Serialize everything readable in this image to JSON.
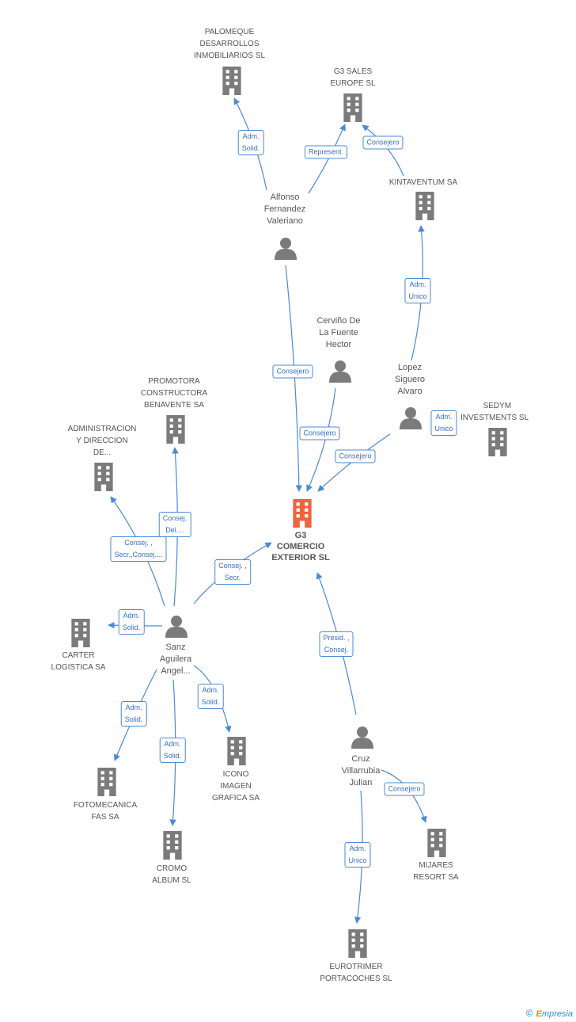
{
  "colors": {
    "edge": "#4a8ad6",
    "node": "#7b7b7b",
    "main": "#f0643c",
    "brand": "#2e8fd0"
  },
  "nodes": {
    "g3comercio": {
      "lines": [
        "G3",
        "COMERCIO",
        "EXTERIOR SL"
      ],
      "type": "main"
    },
    "palomeque": {
      "lines": [
        "PALOMEQUE",
        "DESARROLLOS",
        "INMOBILIARIOS SL"
      ],
      "type": "company"
    },
    "g3sales": {
      "lines": [
        "G3 SALES",
        "EUROPE SL"
      ],
      "type": "company"
    },
    "kintaventum": {
      "lines": [
        "KINTAVENTUM SA"
      ],
      "type": "company"
    },
    "alfonso": {
      "lines": [
        "Alfonso",
        "Fernandez",
        "Valeriano"
      ],
      "type": "person"
    },
    "cervino": {
      "lines": [
        "Cerviño De",
        "La Fuente",
        "Hector"
      ],
      "type": "person"
    },
    "lopez": {
      "lines": [
        "Lopez",
        "Siguero",
        "Alvaro"
      ],
      "type": "person"
    },
    "sedym": {
      "lines": [
        "SEDYM",
        "INVESTMENTS SL"
      ],
      "type": "company"
    },
    "promotora": {
      "lines": [
        "PROMOTORA",
        "CONSTRUCTORA",
        "BENAVENTE SA"
      ],
      "type": "company"
    },
    "administracion": {
      "lines": [
        "ADMINISTRACION",
        "Y DIRECCION",
        "DE..."
      ],
      "type": "company"
    },
    "sanz": {
      "lines": [
        "Sanz",
        "Aguilera",
        "Angel..."
      ],
      "type": "person"
    },
    "carter": {
      "lines": [
        "CARTER",
        "LOGISTICA SA"
      ],
      "type": "company"
    },
    "fotomecanica": {
      "lines": [
        "FOTOMECANICA",
        "FAS SA"
      ],
      "type": "company"
    },
    "cromo": {
      "lines": [
        "CROMO",
        "ALBUM SL"
      ],
      "type": "company"
    },
    "icono": {
      "lines": [
        "ICONO",
        "IMAGEN",
        "GRAFICA SA"
      ],
      "type": "company"
    },
    "cruz": {
      "lines": [
        "Cruz",
        "Villarrubia",
        "Julian"
      ],
      "type": "person"
    },
    "mijares": {
      "lines": [
        "MIJARES",
        "RESORT SA"
      ],
      "type": "company"
    },
    "eurotrimer": {
      "lines": [
        "EUROTRIMER",
        "PORTACOCHES SL"
      ],
      "type": "company"
    }
  },
  "roles": {
    "r_palomeque": [
      "Adm.",
      "Solid."
    ],
    "r_represent": [
      "Represent."
    ],
    "r_kinta_cons": [
      "Consejero"
    ],
    "r_admunico_k": [
      "Adm.",
      "Unico"
    ],
    "r_alfonso_g3": [
      "Consejero"
    ],
    "r_cervino_g3": [
      "Consejero"
    ],
    "r_lopez_g3": [
      "Consejero"
    ],
    "r_lopez_sedym": [
      "Adm.",
      "Unico"
    ],
    "r_promotora": [
      "Consej.",
      "Del...."
    ],
    "r_administ": [
      "Consej. ,",
      "Secr.,Consej...."
    ],
    "r_sanz_g3": [
      "Consej. ,",
      "Secr."
    ],
    "r_carter": [
      "Adm.",
      "Solid."
    ],
    "r_fotomec": [
      "Adm.",
      "Solid."
    ],
    "r_cromo": [
      "Adm.",
      "Solid."
    ],
    "r_icono": [
      "Adm.",
      "Solid."
    ],
    "r_cruz_g3": [
      "Presid. ,",
      "Consej."
    ],
    "r_mijares": [
      "Consejero"
    ],
    "r_eurotrimer": [
      "Adm.",
      "Unico"
    ]
  },
  "footer": {
    "copyright": "©",
    "brand_first": "E",
    "brand_rest": "mpresia"
  }
}
